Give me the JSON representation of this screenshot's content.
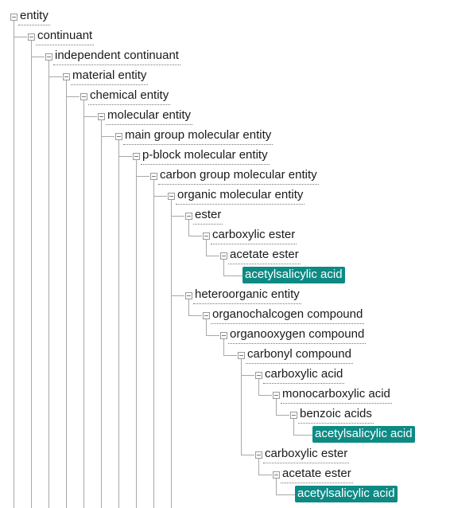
{
  "selection_color": "#0e8a84",
  "icons": {
    "expanded": "minus-square-icon"
  },
  "tree": [
    {
      "label": "entity",
      "depth": 0,
      "row": 0,
      "expanded": true
    },
    {
      "label": "continuant",
      "depth": 1,
      "row": 1,
      "expanded": true
    },
    {
      "label": "independent continuant",
      "depth": 2,
      "row": 2,
      "expanded": true
    },
    {
      "label": "material entity",
      "depth": 3,
      "row": 3,
      "expanded": true
    },
    {
      "label": "chemical entity",
      "depth": 4,
      "row": 4,
      "expanded": true
    },
    {
      "label": "molecular entity",
      "depth": 5,
      "row": 5,
      "expanded": true
    },
    {
      "label": "main group molecular entity",
      "depth": 6,
      "row": 6,
      "expanded": true
    },
    {
      "label": "p-block molecular entity",
      "depth": 7,
      "row": 7,
      "expanded": true
    },
    {
      "label": "carbon group molecular entity",
      "depth": 8,
      "row": 8,
      "expanded": true
    },
    {
      "label": "organic molecular entity",
      "depth": 9,
      "row": 9,
      "expanded": true
    },
    {
      "label": "ester",
      "depth": 10,
      "row": 10,
      "expanded": true
    },
    {
      "label": "carboxylic ester",
      "depth": 11,
      "row": 11,
      "expanded": true
    },
    {
      "label": "acetate ester",
      "depth": 12,
      "row": 12,
      "expanded": true
    },
    {
      "label": "acetylsalicylic acid",
      "depth": 13,
      "row": 13,
      "leaf": true,
      "selected": true
    },
    {
      "label": "heteroorganic entity",
      "depth": 10,
      "row": 14,
      "expanded": true
    },
    {
      "label": "organochalcogen compound",
      "depth": 11,
      "row": 15,
      "expanded": true
    },
    {
      "label": "organooxygen compound",
      "depth": 12,
      "row": 16,
      "expanded": true
    },
    {
      "label": "carbonyl compound",
      "depth": 13,
      "row": 17,
      "expanded": true
    },
    {
      "label": "carboxylic acid",
      "depth": 14,
      "row": 18,
      "expanded": true
    },
    {
      "label": "monocarboxylic acid",
      "depth": 15,
      "row": 19,
      "expanded": true
    },
    {
      "label": "benzoic acids",
      "depth": 16,
      "row": 20,
      "expanded": true
    },
    {
      "label": "acetylsalicylic acid",
      "depth": 17,
      "row": 21,
      "leaf": true,
      "selected": true
    },
    {
      "label": "carboxylic ester",
      "depth": 14,
      "row": 22,
      "expanded": true
    },
    {
      "label": "acetate ester",
      "depth": 15,
      "row": 23,
      "expanded": true
    },
    {
      "label": "acetylsalicylic acid",
      "depth": 16,
      "row": 24,
      "leaf": true,
      "selected": true
    }
  ]
}
